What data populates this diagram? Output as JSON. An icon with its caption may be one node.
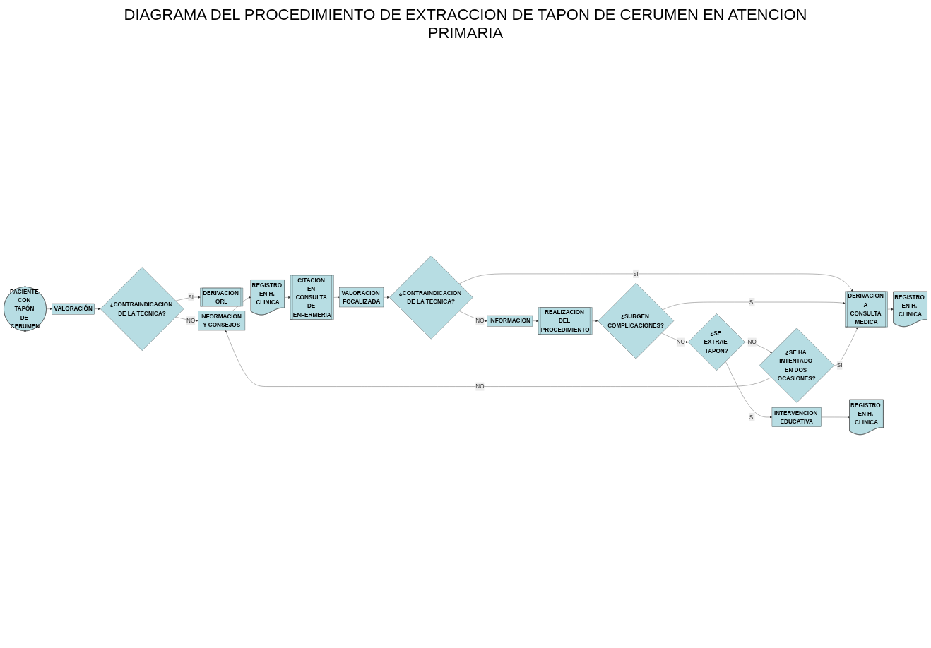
{
  "diagram": {
    "title": "DIAGRAMA DEL PROCEDIMIENTO DE EXTRACCION DE TAPON DE CERUMEN EN ATENCION PRIMARIA",
    "nodes": [
      {
        "text": [
          "PACIENTE CON TAPÓN DE CERUMEN"
        ]
      },
      {
        "text": [
          "VALORACIÓN"
        ]
      },
      {
        "text": [
          "¿CONTRAINDICACION DE LA TECNICA?"
        ]
      },
      {
        "text": [
          "DERIVACION ORL"
        ]
      },
      {
        "text": [
          "INFORMACION Y CONSEJOS"
        ]
      },
      {
        "text": [
          "REGISTRO EN H. CLINICA"
        ]
      },
      {
        "text": [
          "CITACION EN CONSULTA DE ENFERMERIA"
        ]
      },
      {
        "text": [
          "VALORACION FOCALIZADA"
        ]
      },
      {
        "text": [
          "¿CONTRAINDICACION DE LA TECNICA?"
        ]
      },
      {
        "text": [
          "INFORMACION"
        ]
      },
      {
        "text": [
          "REALIZACION DEL PROCEDIMIENTO"
        ]
      },
      {
        "text": [
          "¿SURGEN COMPLICACIONES?"
        ]
      },
      {
        "text": [
          "¿SE EXTRAE TAPON?"
        ]
      },
      {
        "text": [
          "¿SE HA INTENTADO EN DOS OCASIONES?"
        ]
      },
      {
        "text": [
          "DERIVACION A CONSULTA MEDICA"
        ]
      },
      {
        "text": [
          "INTERVENCION EDUCATIVA"
        ]
      },
      {
        "text": [
          "REGISTRO EN H. CLINICA"
        ]
      },
      {
        "text": [
          "REGISTRO EN H. CLINICA"
        ]
      }
    ],
    "edges": [
      {
        "from": 0,
        "to": 1,
        "arrow": "to"
      },
      {
        "from": 1,
        "to": 2,
        "arrow": "to"
      },
      {
        "from": 2,
        "to": 3,
        "arrow": "to",
        "label": "SI"
      },
      {
        "from": 2,
        "to": 4,
        "arrow": "to",
        "label": "NO"
      },
      {
        "from": 4,
        "to": 5,
        "arrow": "to"
      },
      {
        "from": 5,
        "to": 6,
        "arrow": "to"
      },
      {
        "from": 6,
        "to": 7,
        "arrow": "to"
      },
      {
        "from": 7,
        "to": 8,
        "arrow": "to"
      },
      {
        "from": 8,
        "to": 9,
        "arrow": "to",
        "label": "NO"
      },
      {
        "from": 8,
        "to": 14,
        "arrow": "to",
        "label": "SI"
      },
      {
        "from": 9,
        "to": 10,
        "arrow": "to"
      },
      {
        "from": 10,
        "to": 11,
        "arrow": "to"
      },
      {
        "from": 11,
        "to": 12,
        "arrow": "to",
        "label": "NO"
      },
      {
        "from": 11,
        "to": 14,
        "arrow": "to",
        "label": "SI"
      },
      {
        "from": 12,
        "to": 13,
        "arrow": "to",
        "label": "NO"
      },
      {
        "from": 12,
        "to": 15,
        "arrow": "to",
        "label": "SI"
      },
      {
        "from": 13,
        "to": 4,
        "arrow": "to",
        "label": "NO"
      },
      {
        "from": 13,
        "to": 14,
        "arrow": "to",
        "label": "SI"
      },
      {
        "from": 14,
        "to": 16,
        "arrow": "to"
      },
      {
        "from": 15,
        "to": 17,
        "arrow": "to"
      }
    ]
  }
}
